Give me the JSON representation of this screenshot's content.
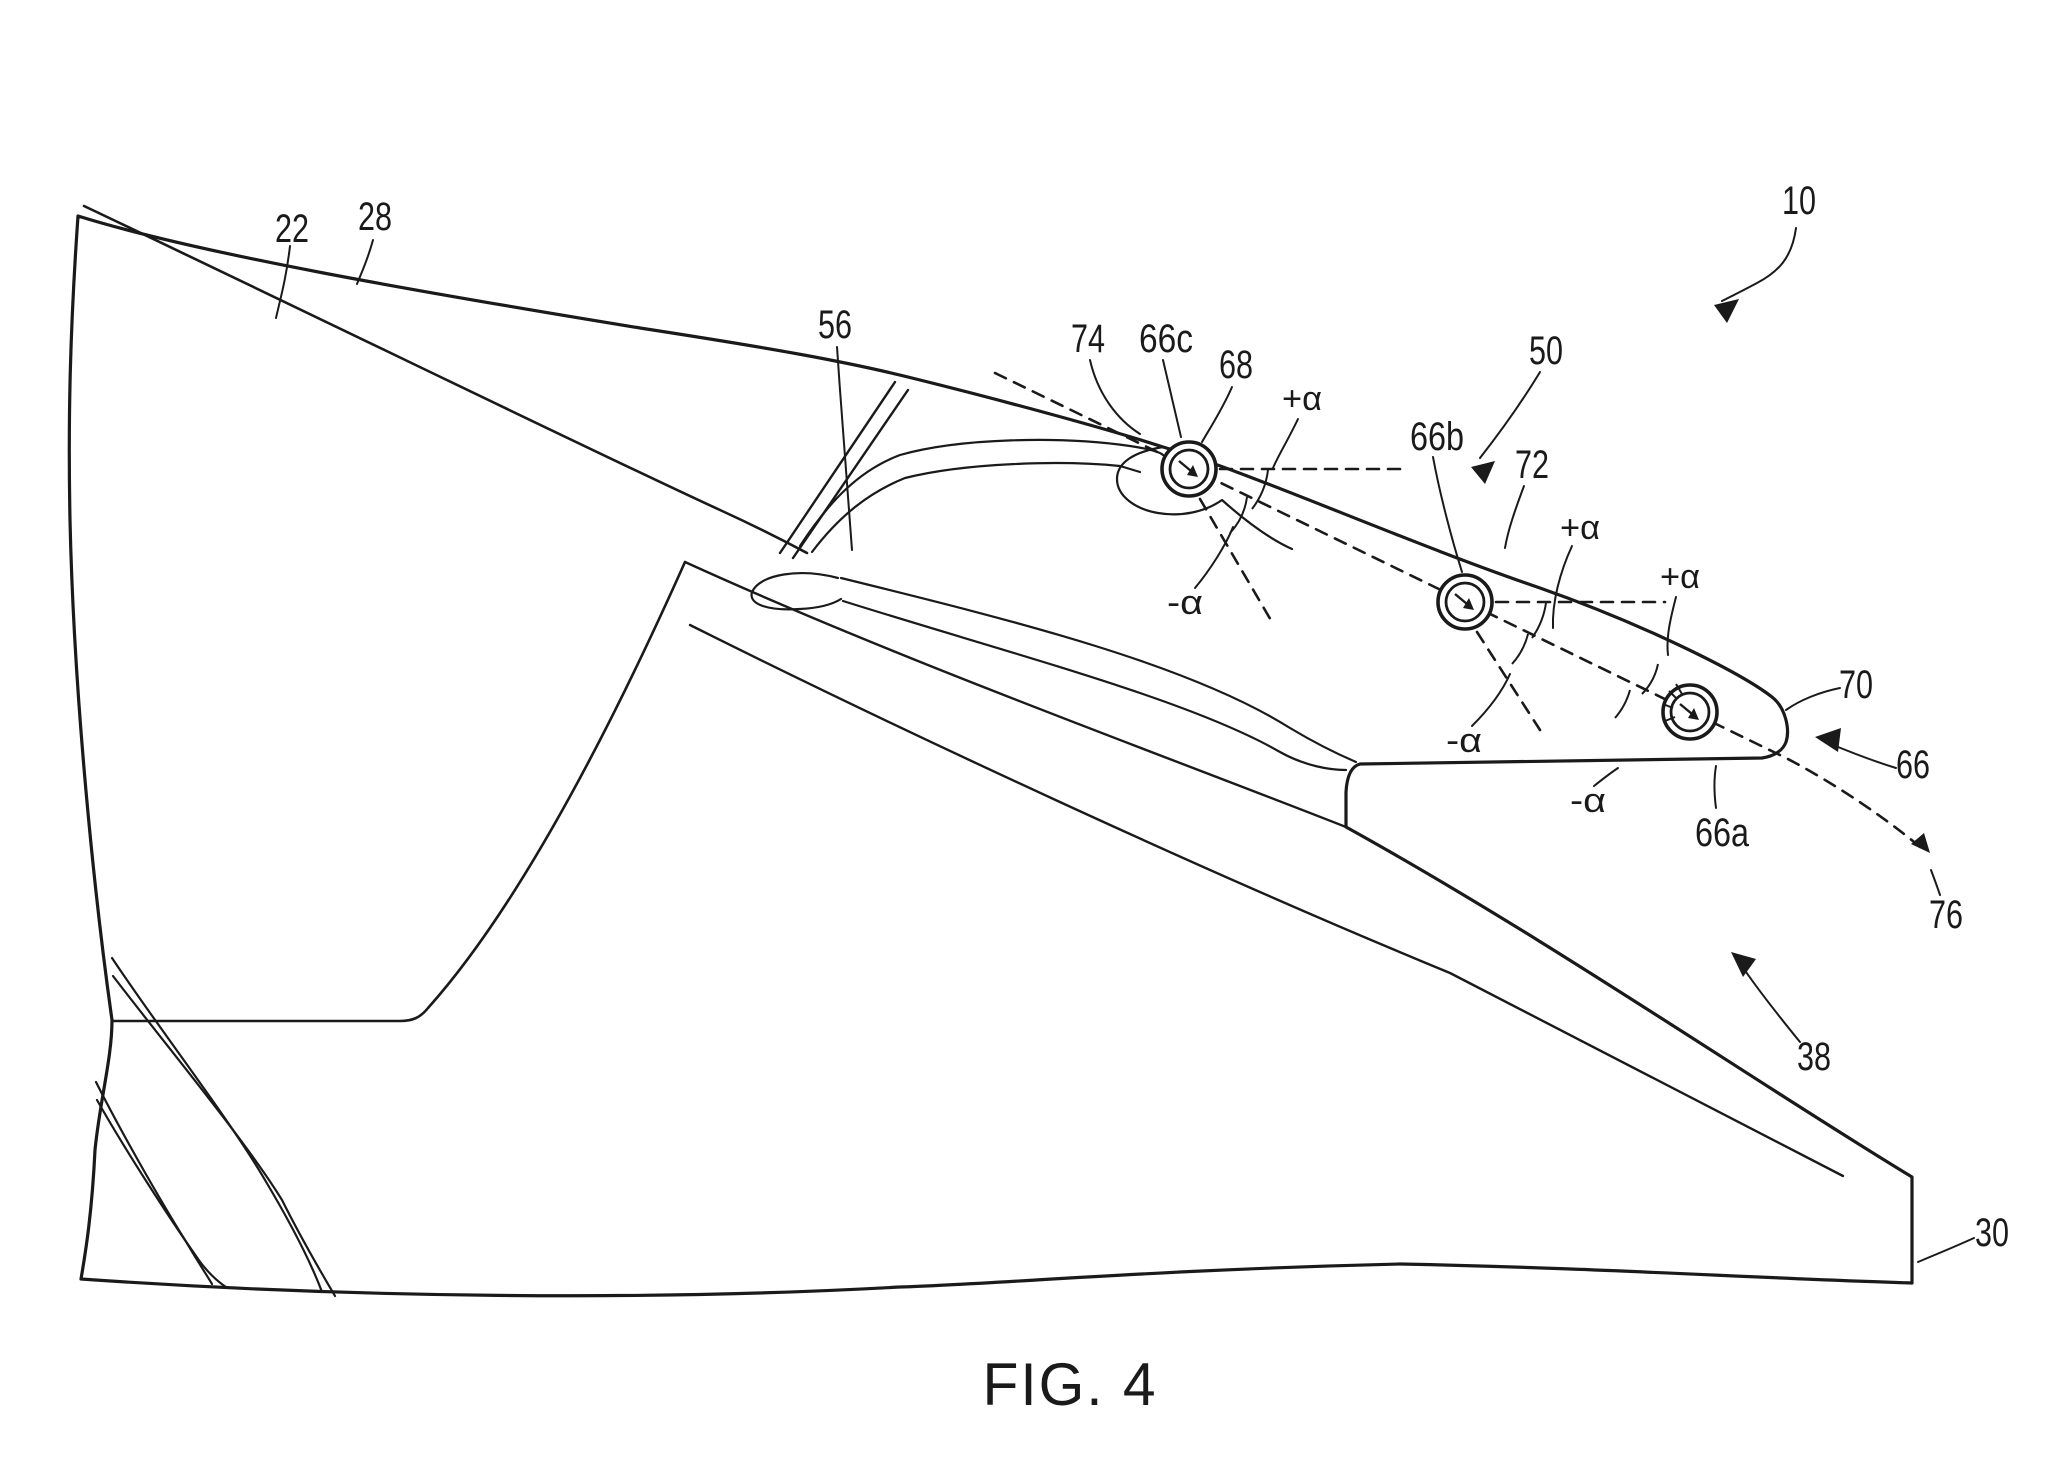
{
  "figure": {
    "caption": "FIG. 4",
    "description_colors": {
      "ink": "#1a1a1a",
      "background": "#ffffff"
    },
    "labels": [
      {
        "id": "ref-22",
        "text": "22"
      },
      {
        "id": "ref-28",
        "text": "28"
      },
      {
        "id": "ref-56",
        "text": "56"
      },
      {
        "id": "ref-74",
        "text": "74"
      },
      {
        "id": "ref-66c",
        "text": "66c"
      },
      {
        "id": "ref-68",
        "text": "68"
      },
      {
        "id": "plus-alpha-1",
        "text": "+α"
      },
      {
        "id": "ref-66b",
        "text": "66b"
      },
      {
        "id": "ref-50",
        "text": "50"
      },
      {
        "id": "ref-72",
        "text": "72"
      },
      {
        "id": "plus-alpha-2",
        "text": "+α"
      },
      {
        "id": "plus-alpha-3",
        "text": "+α"
      },
      {
        "id": "minus-alpha-1",
        "text": "-α"
      },
      {
        "id": "minus-alpha-2",
        "text": "-α"
      },
      {
        "id": "minus-alpha-3",
        "text": "-α"
      },
      {
        "id": "ref-66a",
        "text": "66a"
      },
      {
        "id": "ref-70",
        "text": "70"
      },
      {
        "id": "ref-66",
        "text": "66"
      },
      {
        "id": "ref-76",
        "text": "76"
      },
      {
        "id": "ref-38",
        "text": "38"
      },
      {
        "id": "ref-30",
        "text": "30"
      },
      {
        "id": "ref-10",
        "text": "10"
      }
    ]
  }
}
